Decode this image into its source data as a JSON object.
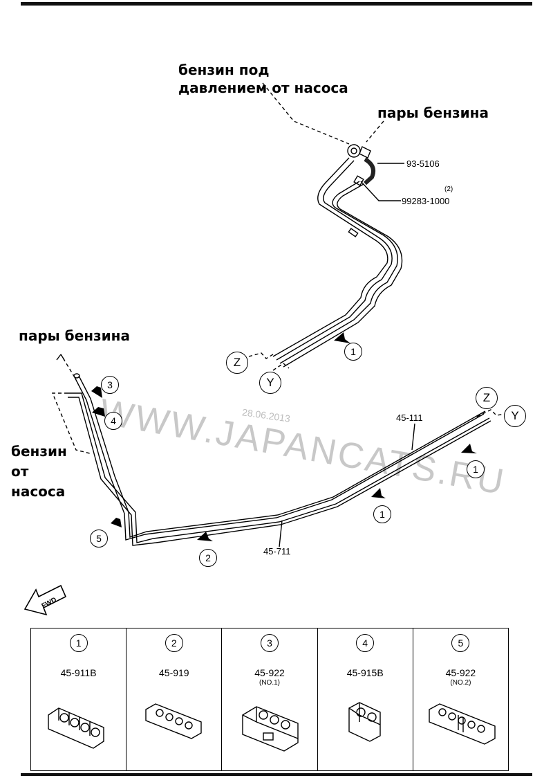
{
  "annotations": {
    "pressure_line": [
      "бензин под",
      "давлением от насоса"
    ],
    "vapor_top": "пары бензина",
    "vapor_left": "пары бензина",
    "fuel_from_pump": [
      "бензин",
      "от",
      "насоса"
    ]
  },
  "part_numbers": {
    "p1": "93-5106",
    "p2": "99283-1000",
    "p2_qty": "(2)",
    "p3": "45-111",
    "p4": "45-711"
  },
  "connectors": {
    "z": "Z",
    "y": "Y"
  },
  "clip_refs": [
    "1",
    "2",
    "3",
    "4",
    "5"
  ],
  "watermark": "WWW.JAPANCATS.RU",
  "watermark_date": "28.06.2013",
  "direction_label": "FWD",
  "clips_table": [
    {
      "num": "1",
      "part": "45-911B",
      "note": ""
    },
    {
      "num": "2",
      "part": "45-919",
      "note": ""
    },
    {
      "num": "3",
      "part": "45-922",
      "note": "(NO.1)"
    },
    {
      "num": "4",
      "part": "45-915B",
      "note": ""
    },
    {
      "num": "5",
      "part": "45-922",
      "note": "(NO.2)"
    }
  ]
}
